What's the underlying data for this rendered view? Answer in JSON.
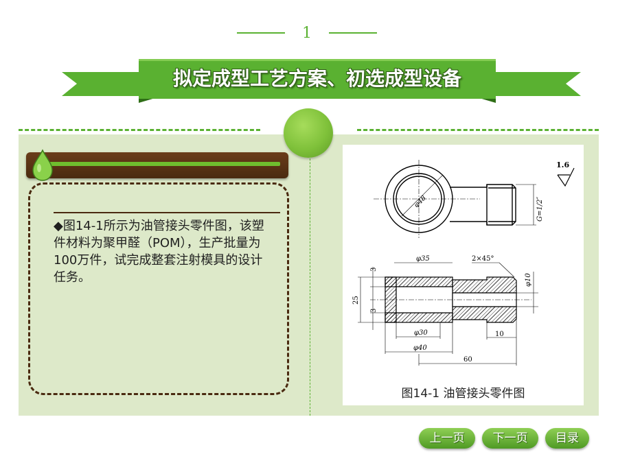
{
  "page": {
    "number": "1"
  },
  "header": {
    "title": "拟定成型工艺方案、初选成型设备"
  },
  "left_panel": {
    "description": "◆图14-1所示为油管接头零件图，该塑件材料为聚甲醛（POM），生产批量为100万件，试完成整套注射模具的设计任务。"
  },
  "figure": {
    "caption": "图14-1  油管接头零件图",
    "roughness": "1.6",
    "dims": {
      "d48": "φ48",
      "thread": "G=1/2″",
      "chamfer": "2×45°",
      "d35": "φ35",
      "d10": "φ10",
      "h3a": "3",
      "h25": "25",
      "h3b": "3",
      "d30": "φ30",
      "d40": "φ40",
      "l10": "10",
      "l60": "60"
    }
  },
  "nav": {
    "prev": "上一页",
    "next": "下一页",
    "toc": "目录"
  },
  "colors": {
    "accent": "#5ab131",
    "panel": "#dde9c9",
    "brown": "#4a2a10"
  }
}
